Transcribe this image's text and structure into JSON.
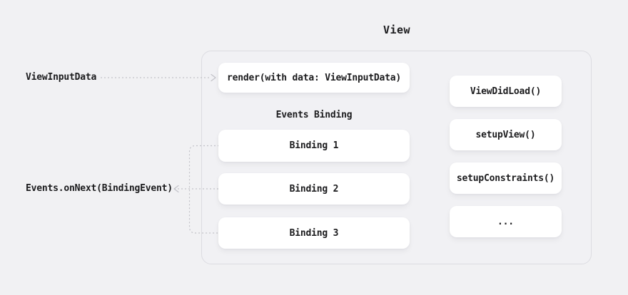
{
  "diagram": {
    "title": "View",
    "external_labels": {
      "view_input_data": "ViewInputData",
      "events_on_next": "Events.onNext(BindingEvent)"
    },
    "view_container": {
      "render_box_label": "render(with data: ViewInputData)",
      "events_binding_heading": "Events Binding",
      "bindings": [
        {
          "label": "Binding 1"
        },
        {
          "label": "Binding 2"
        },
        {
          "label": "Binding 3"
        }
      ],
      "lifecycle_methods": [
        {
          "label": "ViewDidLoad()"
        },
        {
          "label": "setupView()"
        },
        {
          "label": "setupConstraints()"
        },
        {
          "label": "..."
        }
      ]
    },
    "colors": {
      "background": "#f1f1f3",
      "container_border": "#dcdce1",
      "node_background": "#ffffff",
      "text": "#1b1b1d",
      "connector": "#c2c2c8"
    }
  }
}
